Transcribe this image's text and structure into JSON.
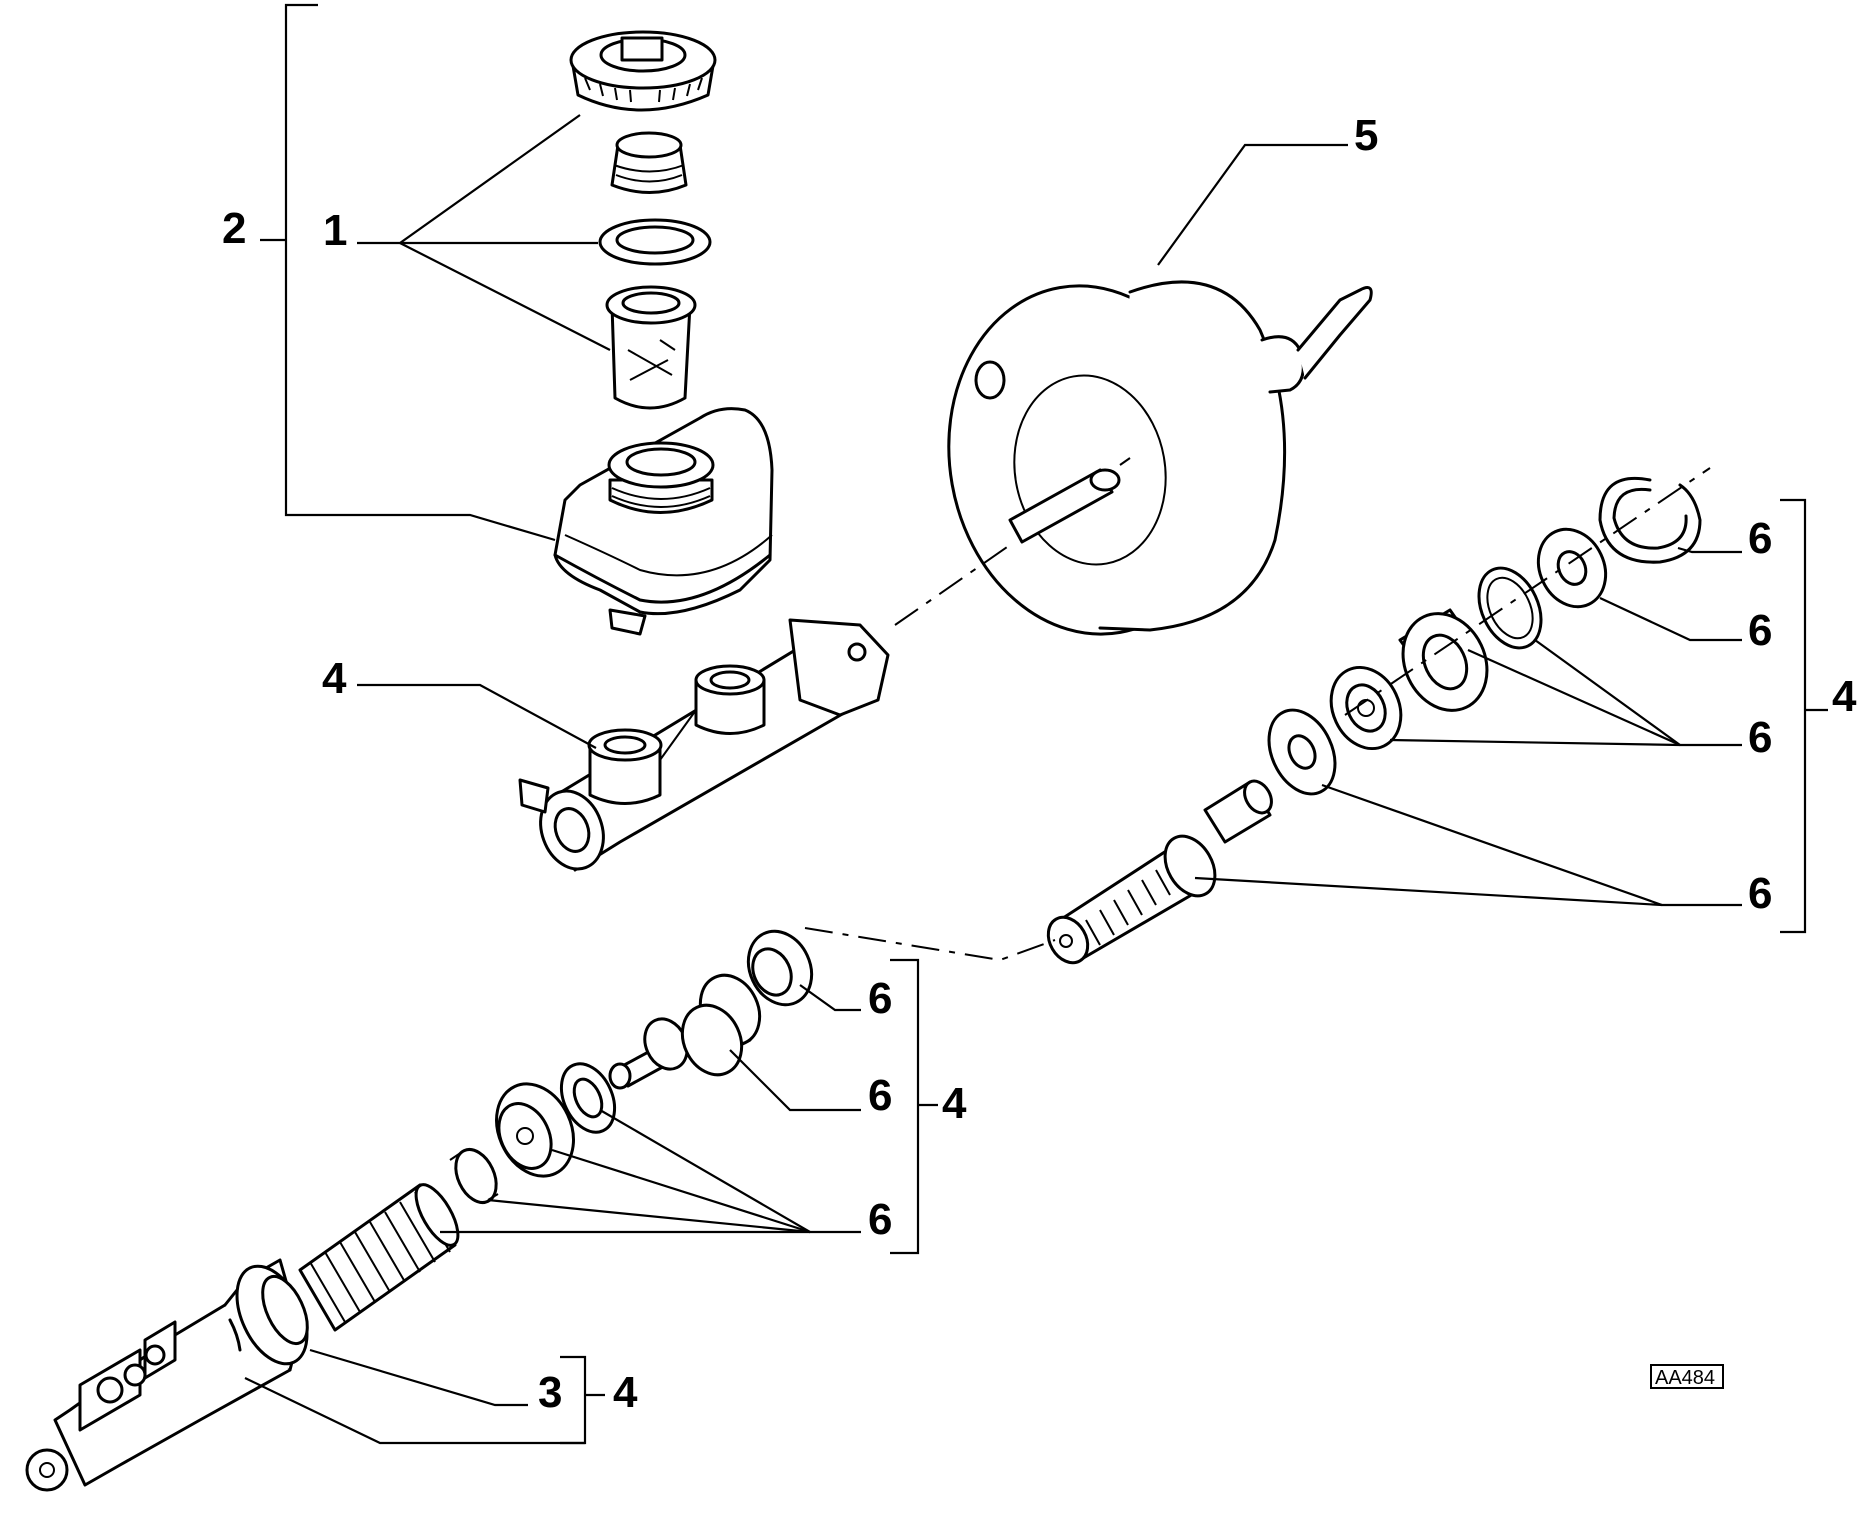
{
  "diagram": {
    "reference_code": "AA484",
    "callouts": {
      "reservoir_group": "2",
      "reservoir_cap_parts": "1",
      "master_cylinder_body": "4",
      "brake_servo": "5",
      "kit_item": "6",
      "kit_group": "4",
      "bleed_screw": "3"
    }
  }
}
